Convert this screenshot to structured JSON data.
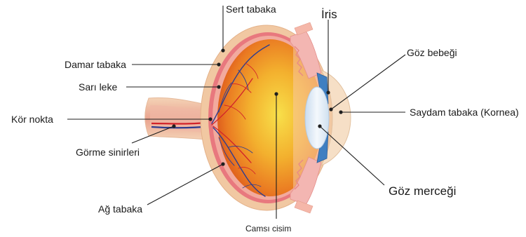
{
  "labels": {
    "sert_tabaka": "Sert tabaka",
    "iris": "İris",
    "damar_tabaka": "Damar tabaka",
    "sari_leke": "Sarı leke",
    "goz_bebegi": "Göz bebeği",
    "kor_nokta": "Kör nokta",
    "saydam_tabaka": "Saydam tabaka (Kornea)",
    "gorme_sinirleri": "Görme sinirleri",
    "goz_mercegi": "Göz merceği",
    "ag_tabaka": "Ağ tabaka",
    "camsi_cisim": "Camsı cisim"
  },
  "colors": {
    "sclera": "#f1c8a2",
    "choroid": "#e8787e",
    "retina": "#f0a79c",
    "vitreous_inner": "#f7d23a",
    "vitreous_mid": "#f2a12a",
    "vitreous_outer": "#e25b1c",
    "iris": "#3f7fc1",
    "lens": "#dce9f6",
    "cornea": "#f6dfc6",
    "ciliary": "#f3b6b2",
    "artery": "#d2232a",
    "vein": "#2f3d8f"
  }
}
